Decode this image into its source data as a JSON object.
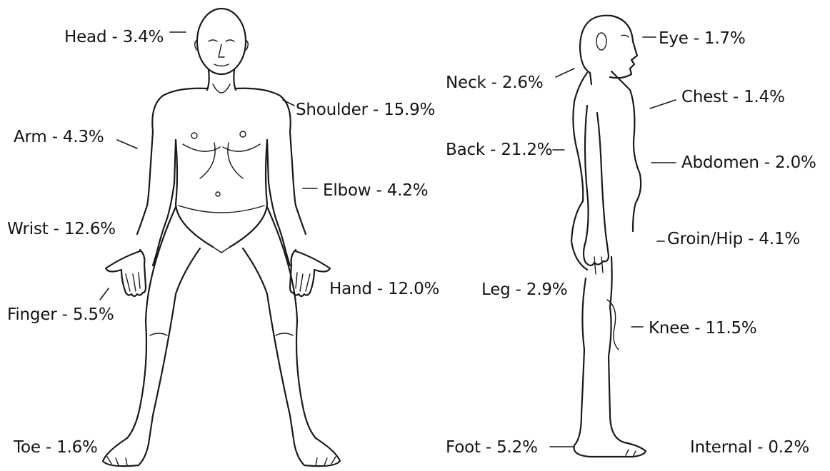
{
  "labels": {
    "head": "Head - 3.4%",
    "shoulder": "Shoulder - 15.9%",
    "arm": "Arm - 4.3%",
    "elbow": "Elbow - 4.2%",
    "wrist": "Wrist - 12.6%",
    "hand": "Hand - 12.0%",
    "finger": "Finger - 5.5%",
    "toe": "Toe - 1.6%",
    "eye": "Eye - 1.7%",
    "neck": "Neck - 2.6%",
    "chest": "Chest - 1.4%",
    "back": "Back - 21.2%",
    "abdomen": "Abdomen - 2.0%",
    "groin_hip": "Groin/Hip - 4.1%",
    "leg": "Leg - 2.9%",
    "knee": "Knee - 11.5%",
    "foot": "Foot - 5.2%",
    "internal": "Internal - 0.2%"
  }
}
